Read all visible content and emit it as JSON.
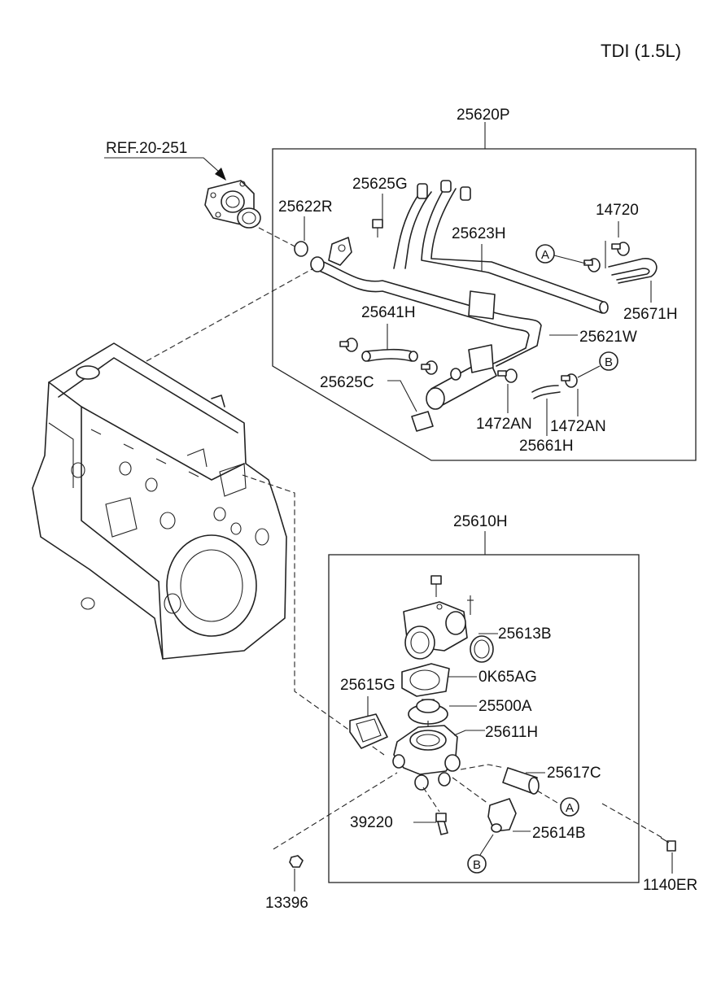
{
  "title": "TDI (1.5L)",
  "labels": {
    "p25620P": "25620P",
    "ref": "REF.20-251",
    "p25625G": "25625G",
    "p25622R": "25622R",
    "p14720": "14720",
    "p25623H": "25623H",
    "p25671H": "25671H",
    "p25641H": "25641H",
    "p25621W": "25621W",
    "p25625C": "25625C",
    "p1472AN_a": "1472AN",
    "p1472AN_b": "1472AN",
    "p25661H": "25661H",
    "p25610H": "25610H",
    "p25613B": "25613B",
    "p0K65AG": "0K65AG",
    "p25615G": "25615G",
    "p25500A": "25500A",
    "p25611H": "25611H",
    "p25617C": "25617C",
    "p39220": "39220",
    "p25614B": "25614B",
    "p13396": "13396",
    "p1140ER": "1140ER"
  },
  "markers": {
    "a1": "A",
    "b1": "B",
    "a2": "A",
    "b2": "B"
  }
}
